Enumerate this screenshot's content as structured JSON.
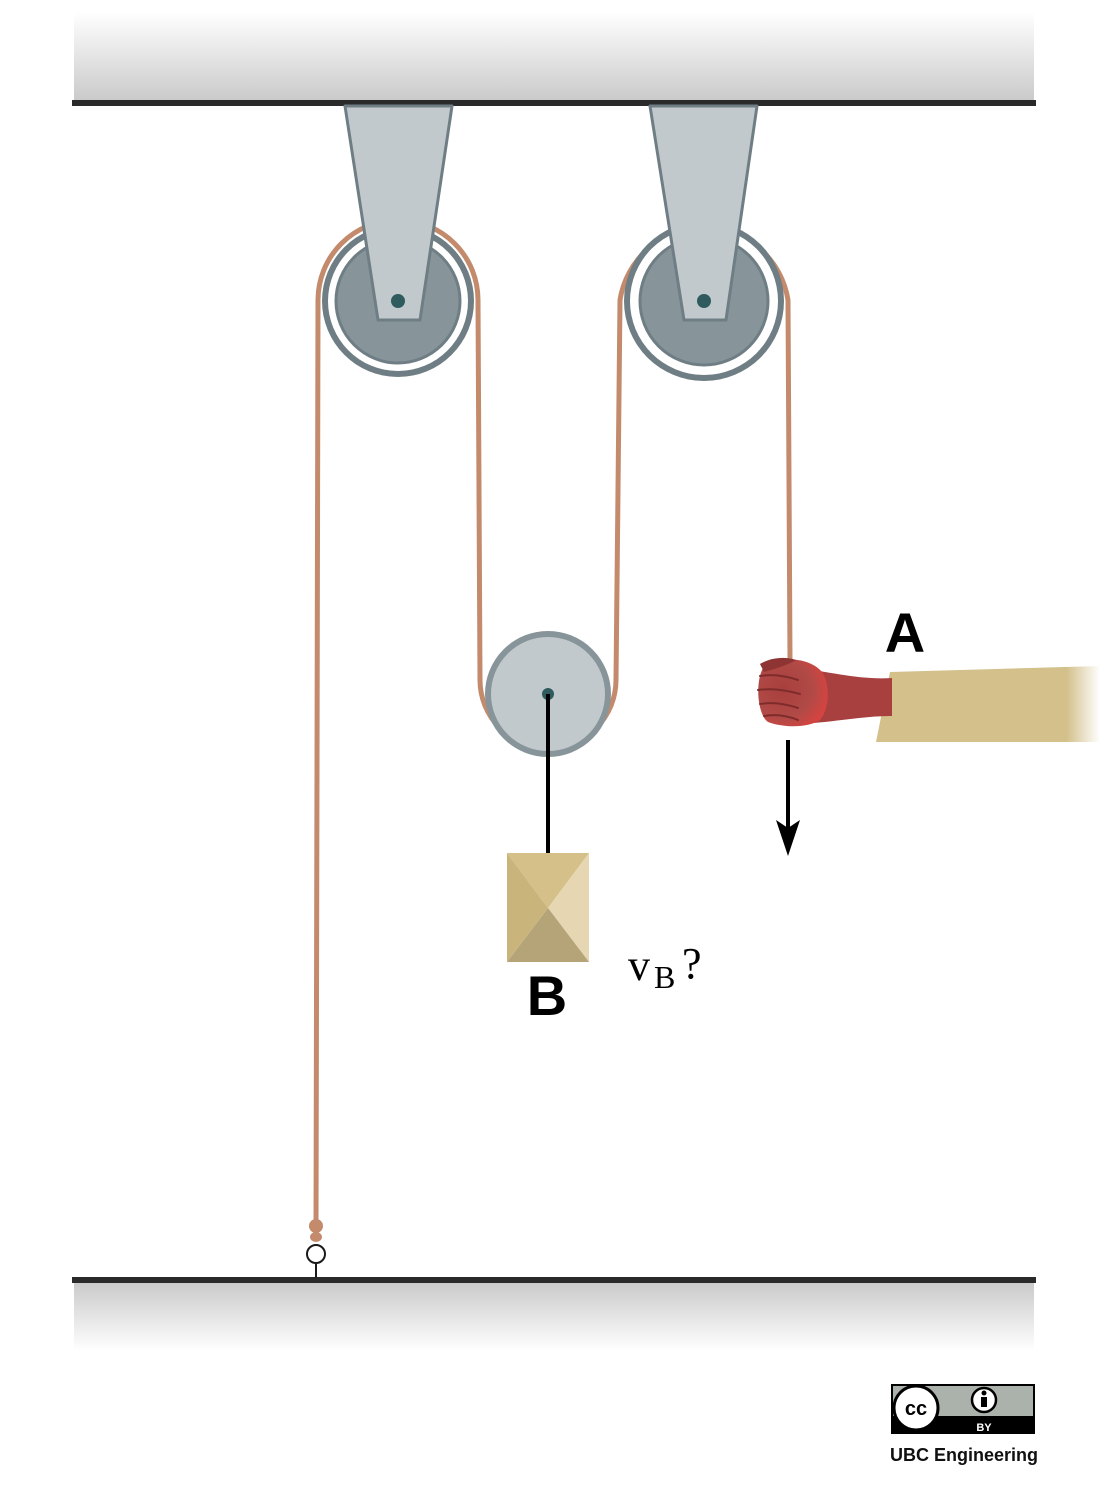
{
  "labels": {
    "point_a": "A",
    "block_b": "B",
    "velocity_symbol": "v",
    "velocity_subscript": "B",
    "velocity_question": "?"
  },
  "license": {
    "cc_mark": "cc",
    "by_mark": "BY"
  },
  "credit": "UBC Engineering",
  "colors": {
    "rope": "#c48a6c",
    "pulley_fill": "#87959a",
    "pulley_rim": "#6f7e84",
    "bracket": "#c2c9cc",
    "hub": "#2f5b5e",
    "movable_pulley": "#c2c9cc",
    "block_light": "#e6d7b2",
    "block_mid": "#d5c08a",
    "block_dark": "#b4a478",
    "sleeve": "#d3c08b",
    "hand": "#a8403f",
    "beam_line": "#2a2a2a"
  }
}
